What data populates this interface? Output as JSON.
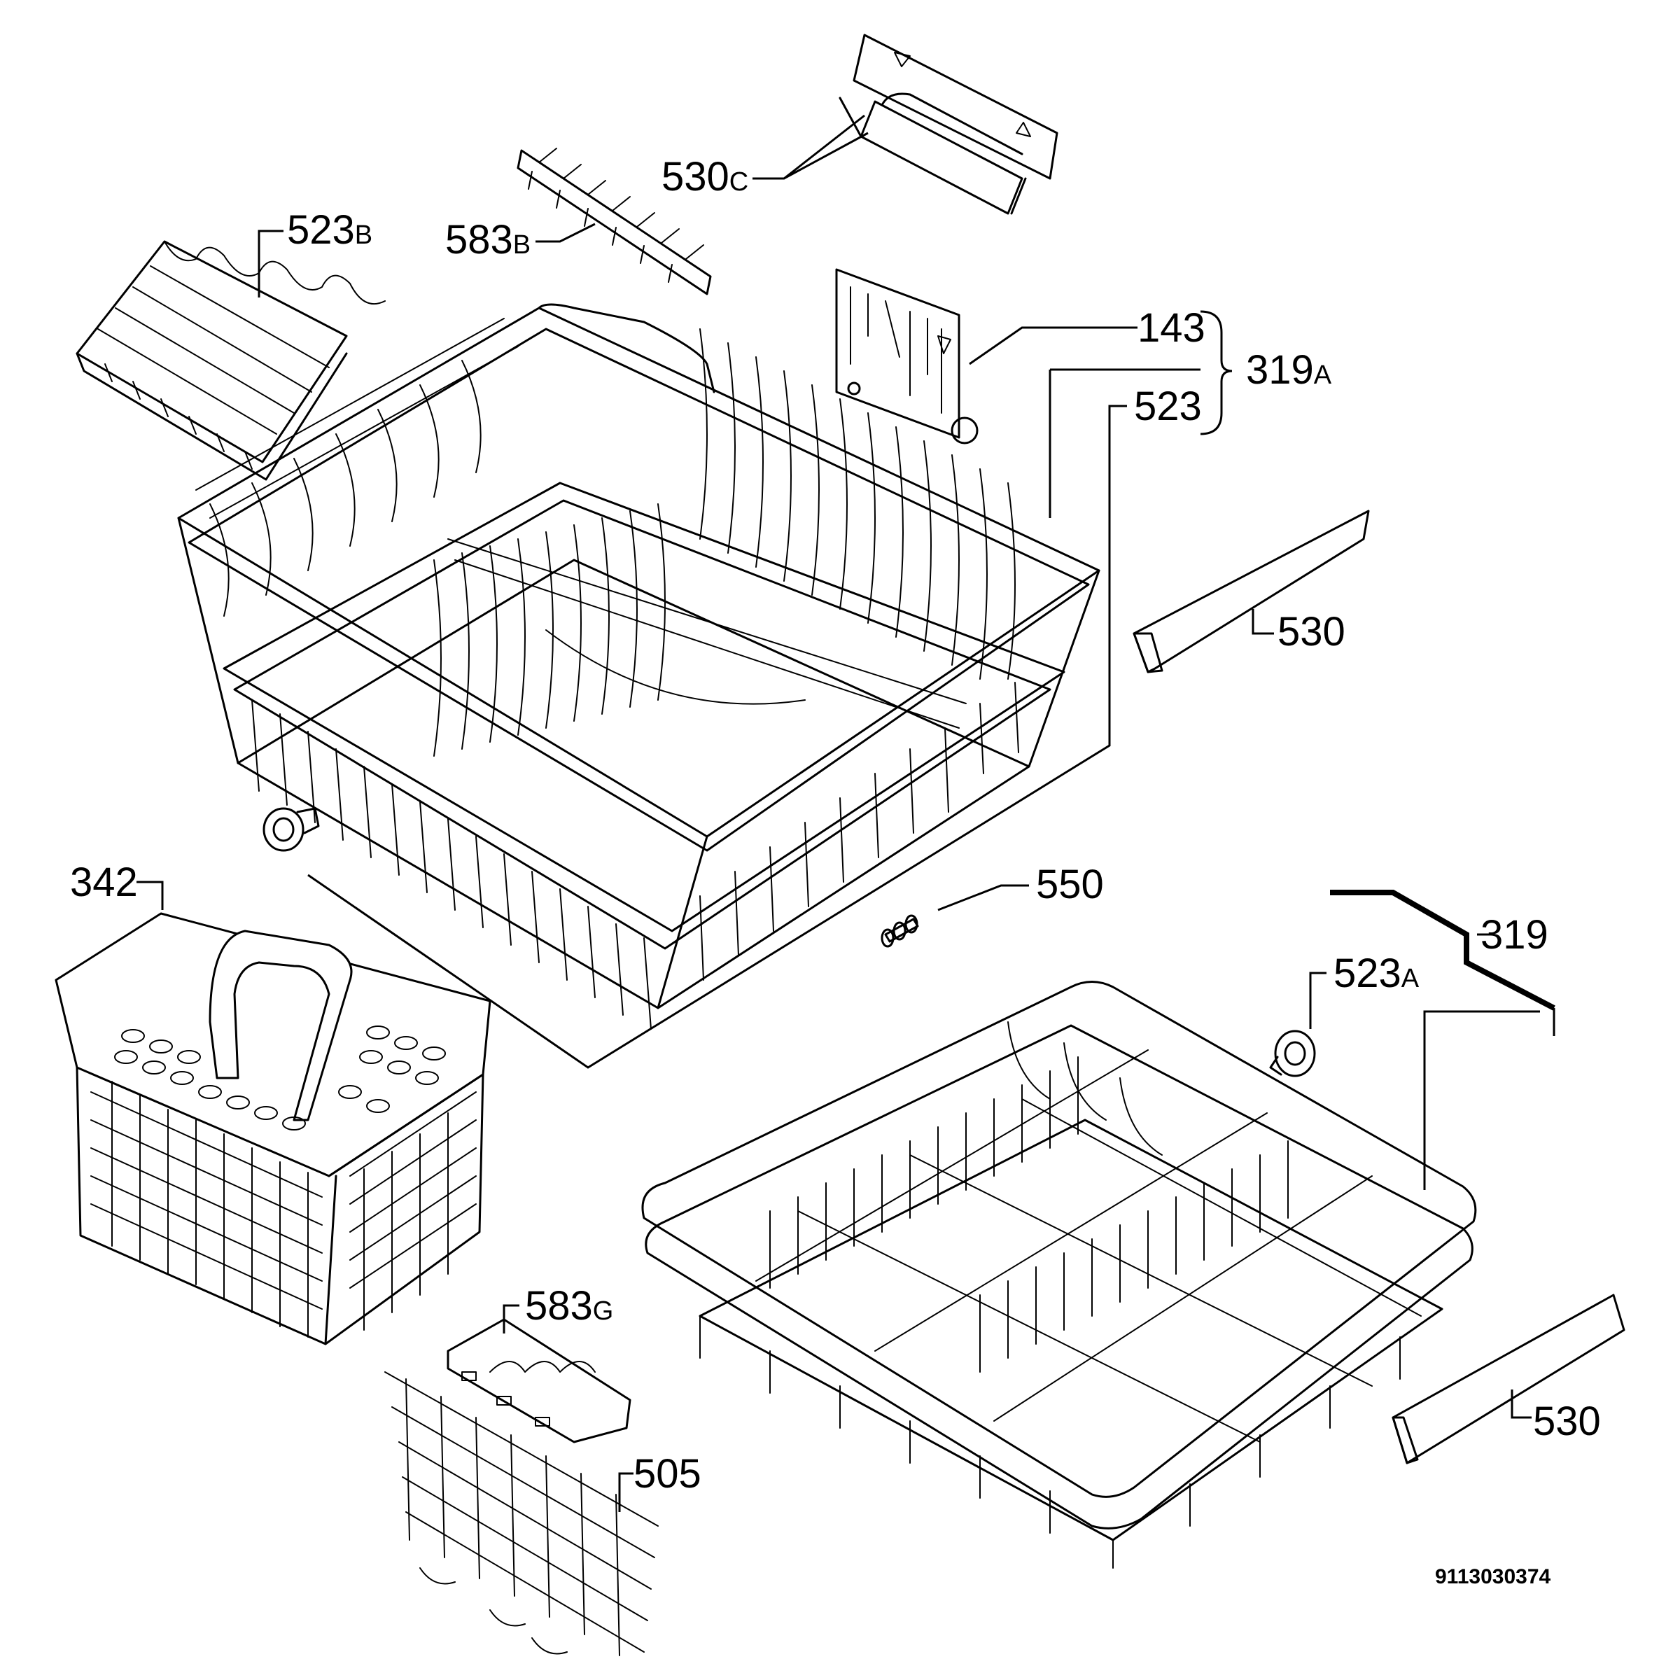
{
  "diagram": {
    "labels": {
      "l530c": {
        "num": "530",
        "suffix": "C"
      },
      "l583b": {
        "num": "583",
        "suffix": "B"
      },
      "l523b": {
        "num": "523",
        "suffix": "B"
      },
      "l143": {
        "num": "143"
      },
      "l319a": {
        "num": "319",
        "suffix": "A"
      },
      "l523": {
        "num": "523"
      },
      "l530_upper": {
        "num": "530"
      },
      "l550": {
        "num": "550"
      },
      "l342": {
        "num": "342"
      },
      "l319": {
        "num": "319"
      },
      "l523a": {
        "num": "523",
        "suffix": "A"
      },
      "l583g": {
        "num": "583",
        "suffix": "G"
      },
      "l505": {
        "num": "505"
      },
      "l530_lower": {
        "num": "530"
      }
    },
    "drawing_number": "9113030374"
  }
}
